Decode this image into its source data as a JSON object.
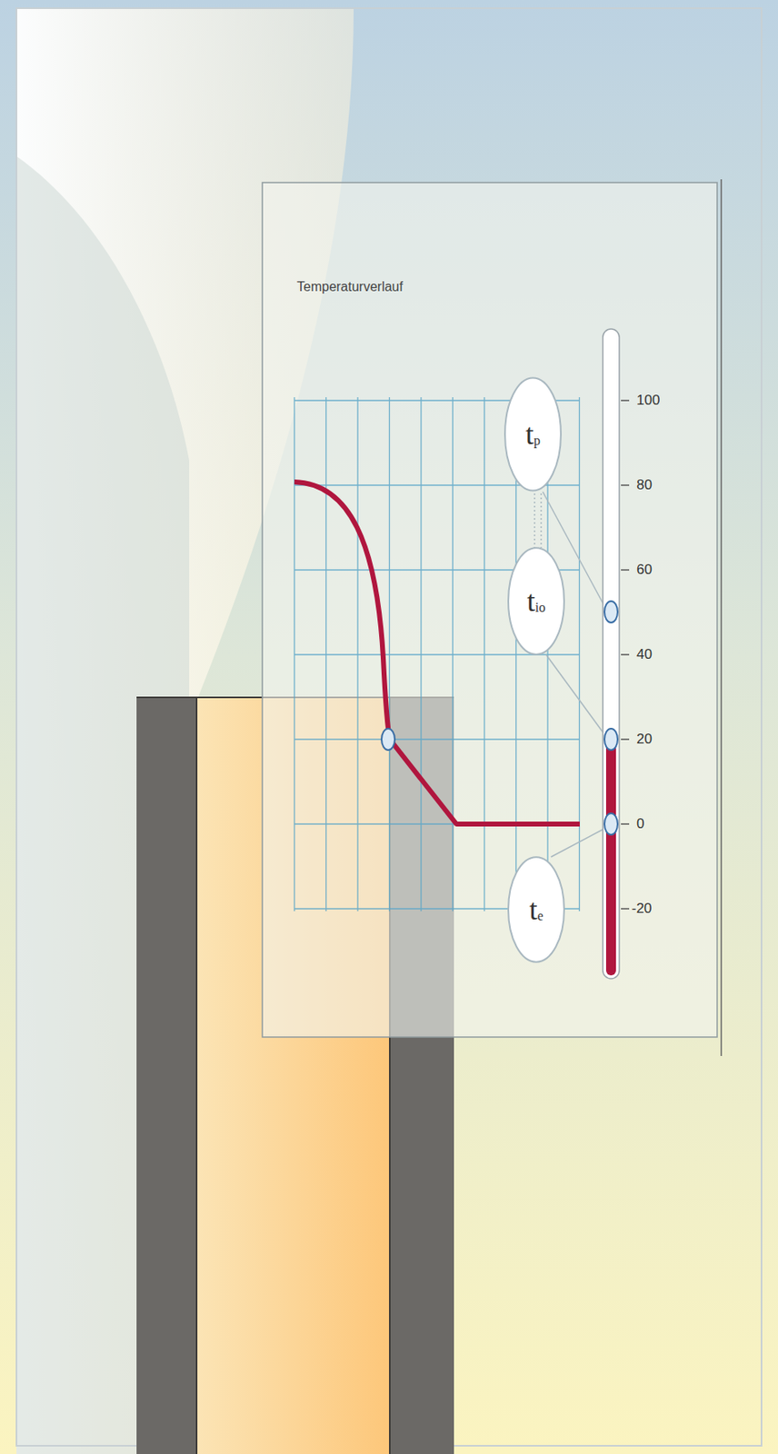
{
  "diagram": {
    "title": "Temperaturverlauf",
    "nodes": [
      {
        "text": [
          "t",
          "p"
        ]
      },
      {
        "text": [
          "t",
          "io"
        ]
      },
      {
        "text": [
          "t",
          "e"
        ]
      }
    ],
    "labels": [
      "100",
      "80",
      "60",
      "40",
      "20",
      "0",
      "-20"
    ]
  }
}
